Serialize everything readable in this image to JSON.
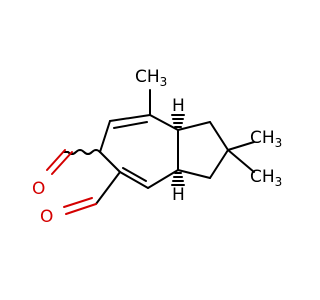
{
  "molecule": {
    "labels": {
      "methyl_top": {
        "main": "CH",
        "sub": "3"
      },
      "methyl_gem_upper": {
        "main": "CH",
        "sub": "3"
      },
      "methyl_gem_lower": {
        "main": "CH",
        "sub": "3"
      },
      "oxygen_upper": "O",
      "oxygen_lower": "O",
      "hydrogen_upper": "H",
      "hydrogen_lower": "H"
    },
    "colors": {
      "carbon_bond": "#000000",
      "oxygen": "#d40000"
    }
  }
}
